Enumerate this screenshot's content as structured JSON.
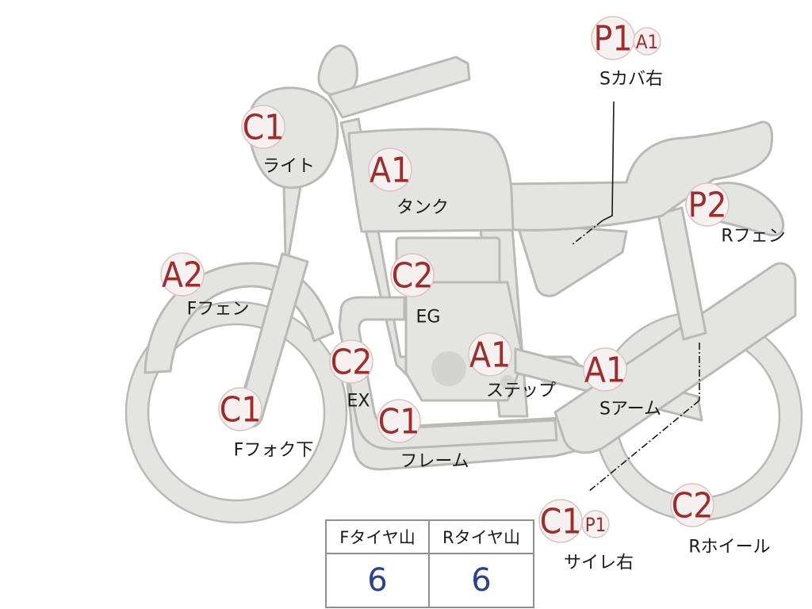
{
  "parts": [
    {
      "id": "light",
      "grade": "C1",
      "label": "ライト"
    },
    {
      "id": "tank",
      "grade": "A1",
      "label": "タンク"
    },
    {
      "id": "front-fender",
      "grade": "A2",
      "label": "Fフェン"
    },
    {
      "id": "engine",
      "grade": "C2",
      "label": "EG"
    },
    {
      "id": "exhaust",
      "grade": "C2",
      "label": "EX"
    },
    {
      "id": "front-fork",
      "grade": "C1",
      "label": "Fフォク下"
    },
    {
      "id": "step",
      "grade": "A1",
      "label": "ステップ"
    },
    {
      "id": "frame",
      "grade": "C1",
      "label": "フレーム"
    },
    {
      "id": "swing-arm",
      "grade": "A1",
      "label": "Sアーム"
    },
    {
      "id": "rear-fender",
      "grade": "P2",
      "label": "Rフェン"
    },
    {
      "id": "side-cover-right",
      "grade": "P1",
      "sub_grade": "A1",
      "label": "Sカバ右"
    },
    {
      "id": "muffler-right",
      "grade": "C1",
      "sub_grade": "P1",
      "label": "サイレ右"
    },
    {
      "id": "rear-wheel",
      "grade": "C2",
      "label": "Rホイール"
    }
  ],
  "tread_table": {
    "headers": [
      "Fタイヤ山",
      "Rタイヤ山"
    ],
    "values": [
      "6",
      "6"
    ]
  },
  "colors": {
    "body_fill": "#e4e4e2",
    "outline": "#b9b9b7",
    "grade_text": "#9b2f2f",
    "tread_value": "#2d3f8f"
  }
}
